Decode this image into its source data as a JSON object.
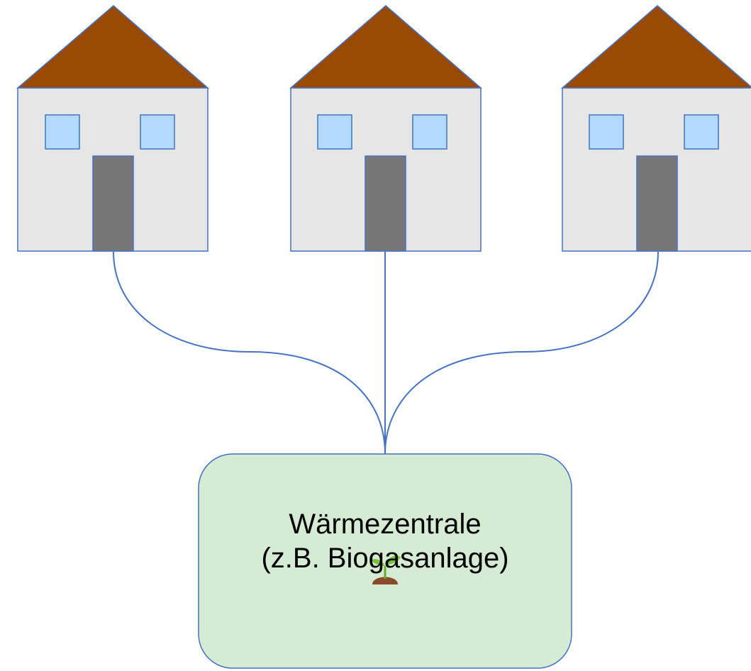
{
  "houses": [
    {
      "name": "house-left"
    },
    {
      "name": "house-middle"
    },
    {
      "name": "house-right"
    }
  ],
  "central_plant": {
    "title": "Wärmezentrale",
    "subtitle": "(z.B. Biogasanlage)",
    "icon": "seedling-icon"
  },
  "colors": {
    "roof": "#994a00",
    "wall": "#e6e6e6",
    "window": "#b3d9ff",
    "door": "#777777",
    "outline": "#4472c4",
    "pipe": "#4472c4",
    "plant_fill": "#d5ebd3"
  }
}
